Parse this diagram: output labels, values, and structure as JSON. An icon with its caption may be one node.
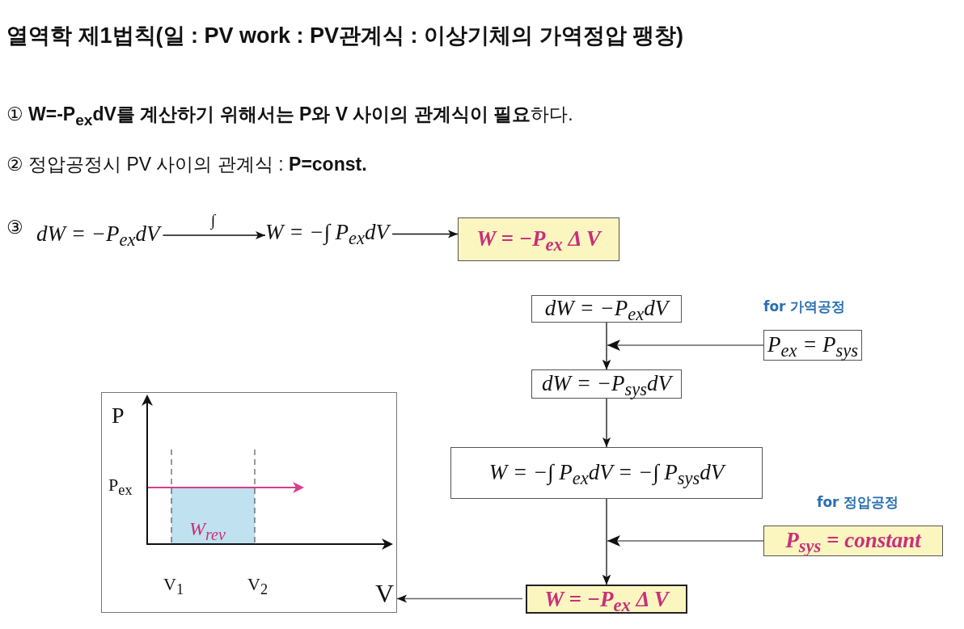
{
  "diagram": {
    "title": "열역학 제1법칙(일 : PV work : PV관계식 : 이상기체의 가역정압 팽창)",
    "nodes": [
      {
        "text": [
          "dW = −P$_{ex}$dV"
        ]
      },
      {
        "text": [
          "W = −∫ P$_{ex}$dV"
        ]
      },
      {
        "text": [
          "W = −P$_{ex}$ Δ V"
        ]
      },
      {
        "text": [
          "dW = −P$_{ex}$dV"
        ]
      },
      {
        "text": [
          "P$_{ex}$ = P$_{sys}$"
        ],
        "beside": [
          "for 가역공정"
        ]
      },
      {
        "text": [
          "dW = −P$_{sys}$dV"
        ]
      },
      {
        "text": [
          "W = −∫ P$_{ex}$dV = −∫ P$_{sys}$dV"
        ]
      },
      {
        "text": [
          "P$_{sys}$ = constant"
        ],
        "beside": [
          "for 정압공정"
        ]
      },
      {
        "text": [
          "W = −P$_{ex}$ Δ V"
        ]
      },
      {
        "text": [
          "P",
          "P$_{ex}$",
          "W$_{rev}$",
          "V$_{1}$",
          "V$_{2}$",
          "V"
        ]
      }
    ],
    "edges": [
      {
        "from": 0,
        "to": 1,
        "arrow": "to",
        "label": "∫"
      },
      {
        "from": 1,
        "to": 2,
        "arrow": "to"
      },
      {
        "from": 3,
        "to": 5,
        "arrow": "to"
      },
      {
        "from": 4,
        "to": 5,
        "arrow": "to"
      },
      {
        "from": 5,
        "to": 6,
        "arrow": "to"
      },
      {
        "from": 6,
        "to": 8,
        "arrow": "to"
      },
      {
        "from": 7,
        "to": 8,
        "arrow": "to"
      },
      {
        "from": 8,
        "to": 9,
        "arrow": "to"
      }
    ],
    "labels": [
      "① **W=-P$_{ex}$dV를 계산하기 위해서는 P와 V 사이의 관계식이 필요**하다.",
      "② 정압공정시 PV 사이의 관계식 : **P=const.**",
      "③"
    ]
  }
}
